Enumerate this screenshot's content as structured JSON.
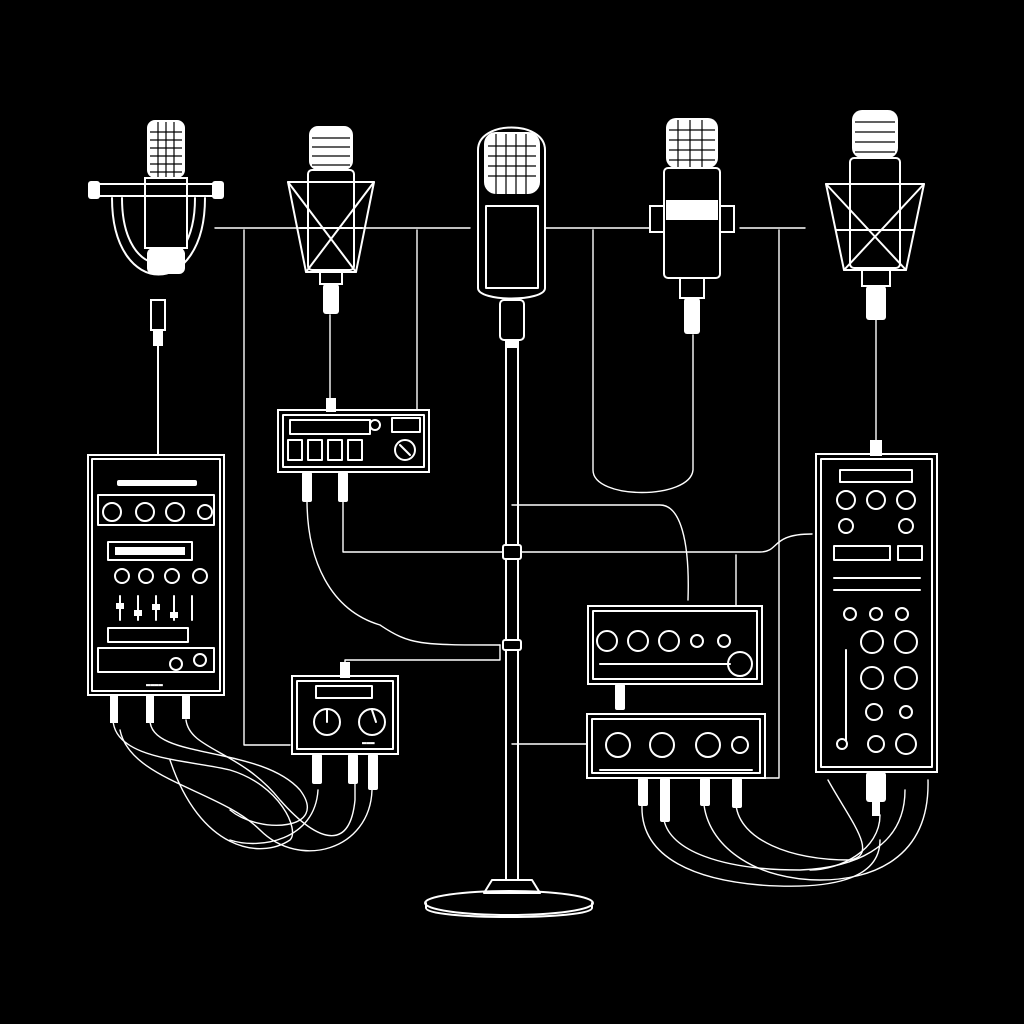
{
  "diagram": {
    "background": "#000000",
    "line_color": "#ffffff",
    "microphones": [
      {
        "id": "mic-1",
        "style": "ribbon-u-mount",
        "icon": "microphone-icon"
      },
      {
        "id": "mic-2",
        "style": "shock-mount",
        "icon": "microphone-icon"
      },
      {
        "id": "mic-3",
        "style": "dynamic-capsule-on-stand",
        "icon": "microphone-icon"
      },
      {
        "id": "mic-4",
        "style": "side-clamp",
        "icon": "microphone-icon"
      },
      {
        "id": "mic-5",
        "style": "shock-mount",
        "icon": "microphone-icon"
      }
    ],
    "devices": [
      {
        "id": "mixer-left",
        "kind": "channel-strip",
        "icon": "mixer-icon"
      },
      {
        "id": "preamp-top",
        "kind": "preamp",
        "icon": "preamp-icon"
      },
      {
        "id": "interface-center-left",
        "kind": "audio-interface",
        "icon": "interface-icon"
      },
      {
        "id": "preamp-right-upper",
        "kind": "preamp",
        "icon": "preamp-icon"
      },
      {
        "id": "preamp-right-lower",
        "kind": "preamp",
        "icon": "preamp-icon"
      },
      {
        "id": "mixer-right",
        "kind": "channel-strip",
        "icon": "mixer-icon"
      }
    ],
    "stand": {
      "icon": "mic-stand-icon"
    }
  }
}
